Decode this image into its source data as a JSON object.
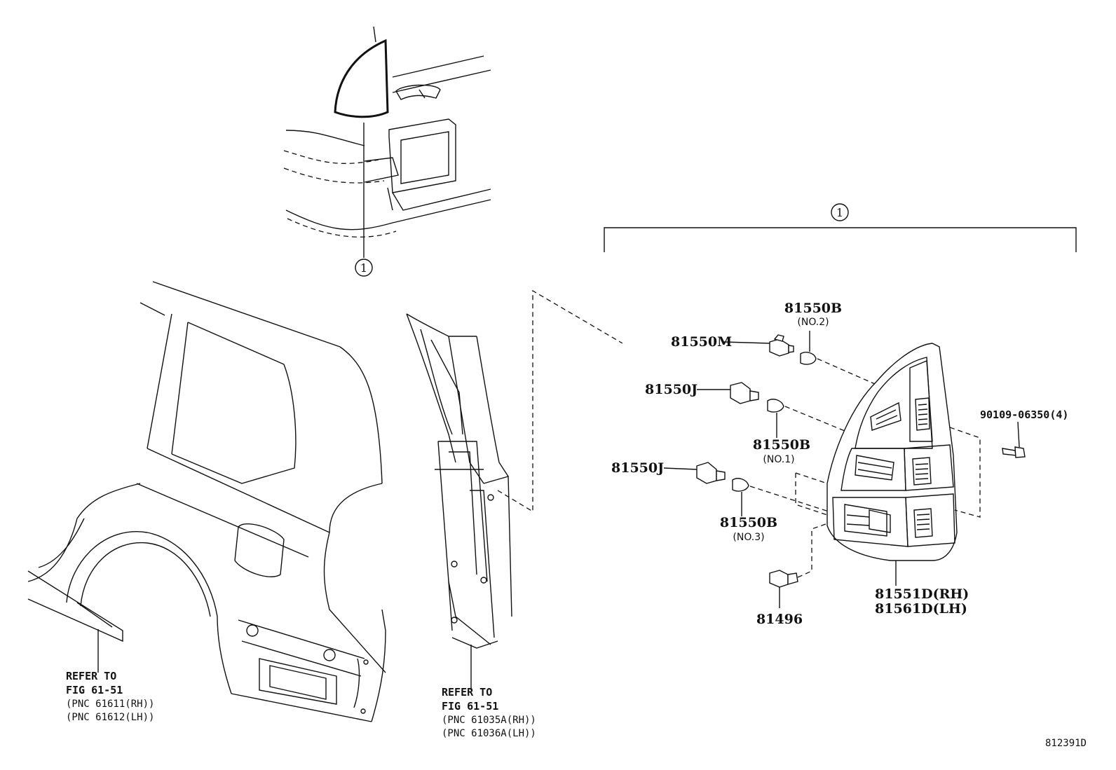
{
  "callout": {
    "num": "1"
  },
  "parts": {
    "p81550B_2": {
      "code": "81550B",
      "note": "(NO.2)"
    },
    "p81550M": {
      "code": "81550M"
    },
    "p81550J_a": {
      "code": "81550J"
    },
    "p81550B_1": {
      "code": "81550B",
      "note": "(NO.1)"
    },
    "p81550J_b": {
      "code": "81550J"
    },
    "p81550B_3": {
      "code": "81550B",
      "note": "(NO.3)"
    },
    "p81496": {
      "code": "81496"
    },
    "p81551D": {
      "code": "81551D(RH)"
    },
    "p81561D": {
      "code": "81561D(LH)"
    },
    "p90109": {
      "code": "90109-06350(4)"
    }
  },
  "refs": {
    "left": {
      "line1": "REFER TO",
      "line2": "FIG 61-51",
      "line3": "(PNC 61611(RH))",
      "line4": "(PNC 61612(LH))"
    },
    "right": {
      "line1": "REFER TO",
      "line2": "FIG 61-51",
      "line3": "(PNC 61035A(RH))",
      "line4": "(PNC 61036A(LH))"
    }
  },
  "diagram_code": "812391D"
}
